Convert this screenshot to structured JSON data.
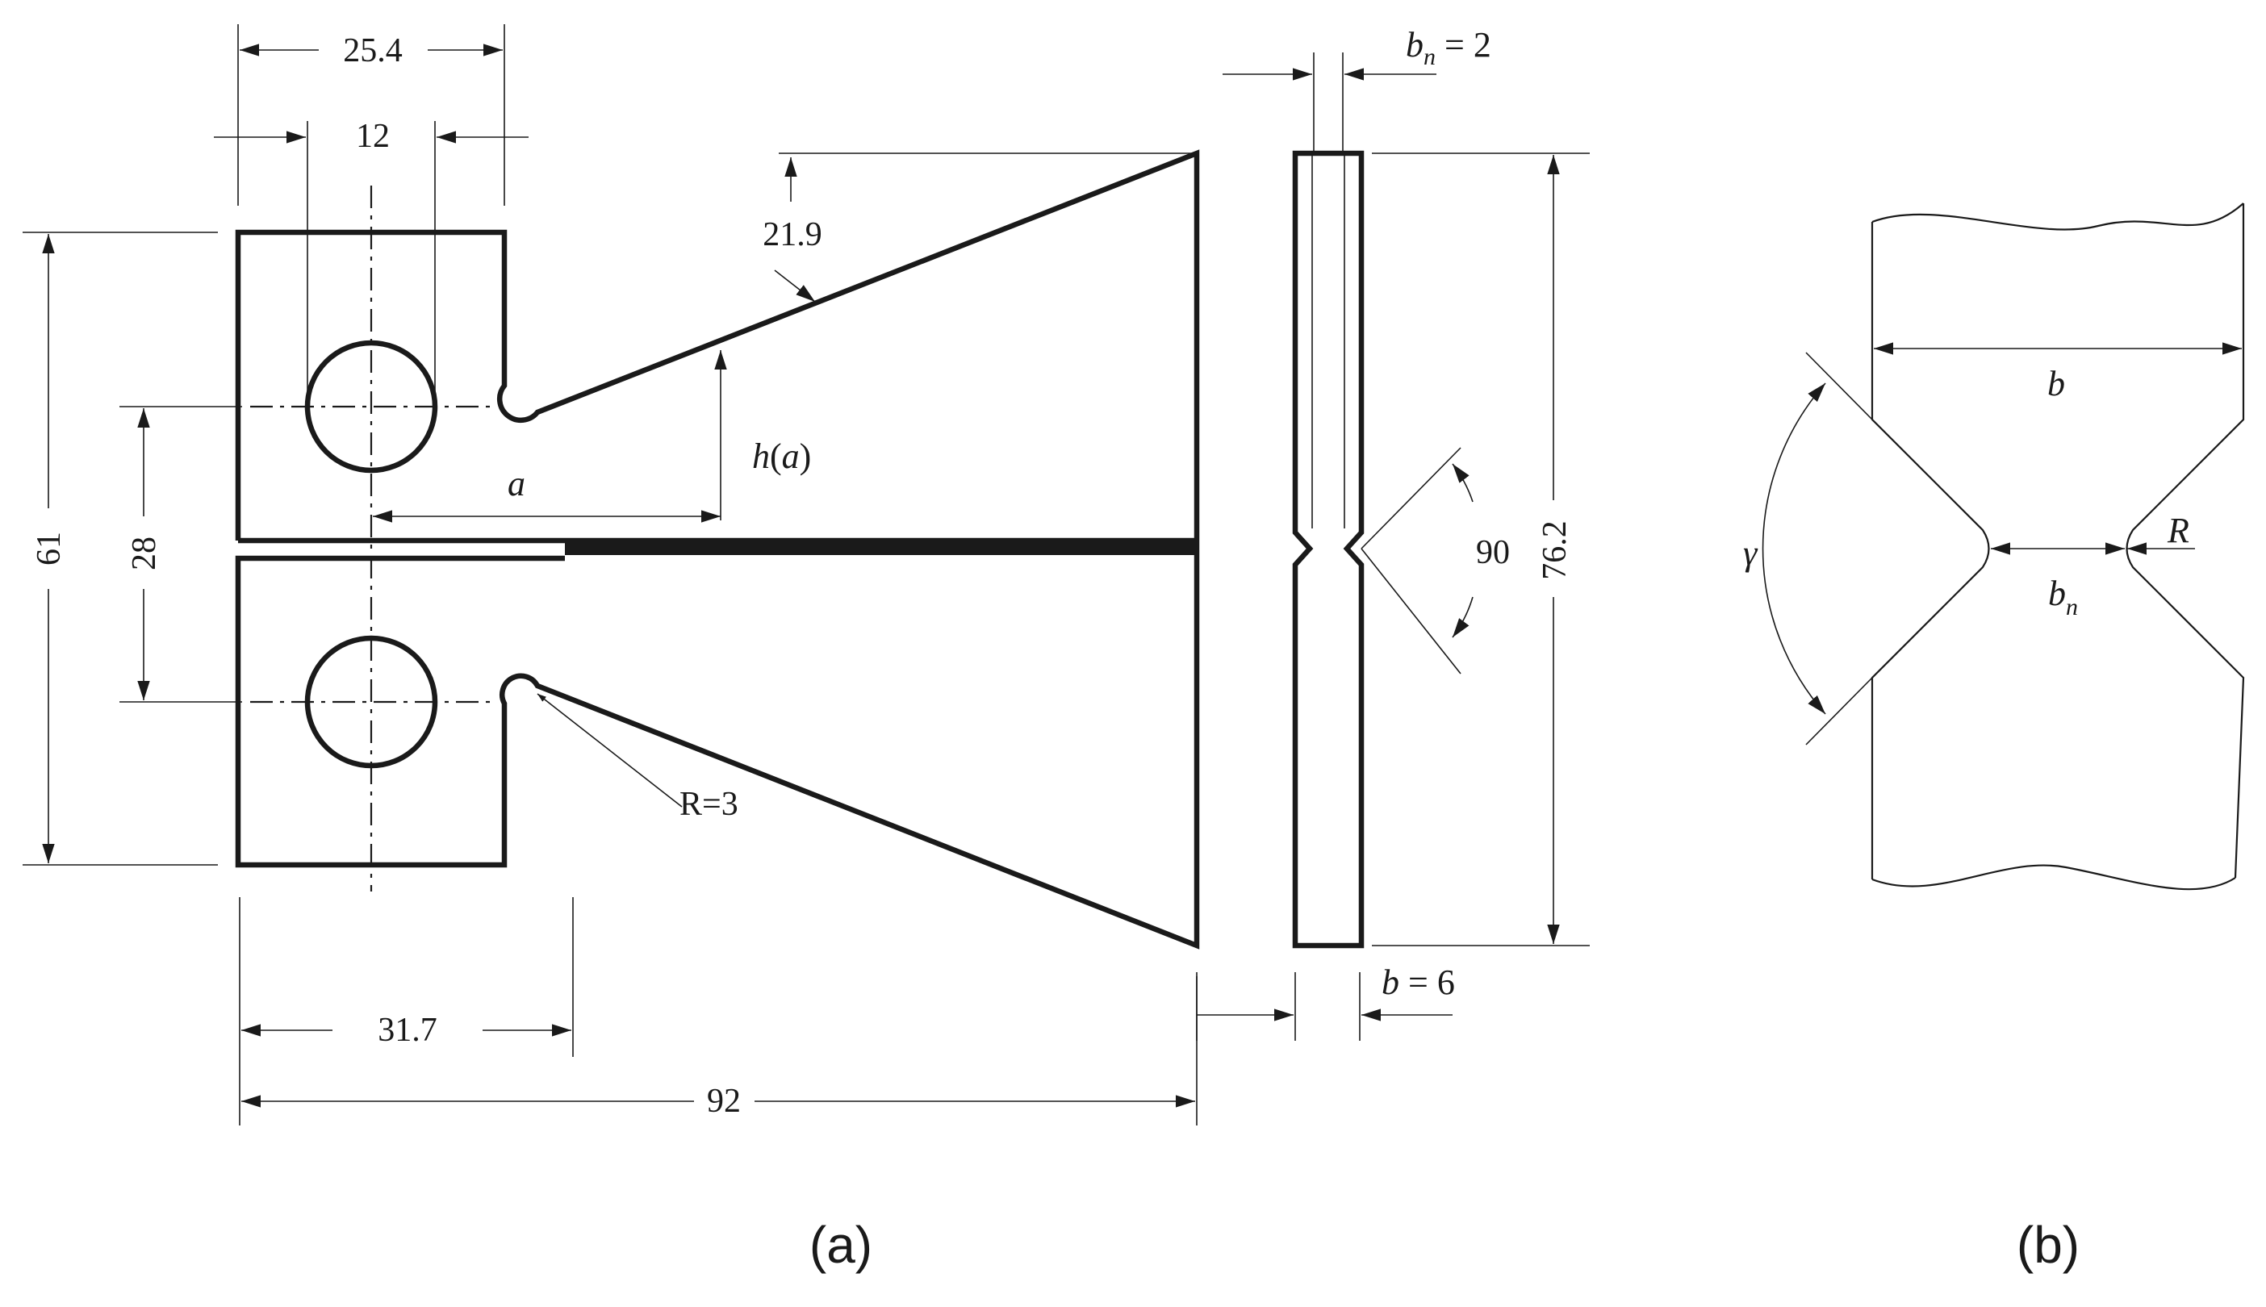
{
  "panel_a": {
    "caption": "(a)",
    "dims": {
      "width_25_4": "25.4",
      "hole_12": "12",
      "height_61": "61",
      "pin_spacing_28": "28",
      "taper_21_9": "21.9",
      "crack_a": "a",
      "height_h": "h",
      "height_a": "a",
      "radius": "R=3",
      "length_31_7": "31.7",
      "length_92": "92",
      "side_height": "76.2",
      "groove_angle": "90",
      "bn_b": "b",
      "bn_n": "n",
      "bn_val": " = 2",
      "b_b": "b",
      "b_val": " = 6"
    }
  },
  "panel_b": {
    "caption": "(b)",
    "labels": {
      "width": "b",
      "gamma": "γ",
      "net_b": "b",
      "net_n": "n",
      "radius": "R"
    }
  }
}
